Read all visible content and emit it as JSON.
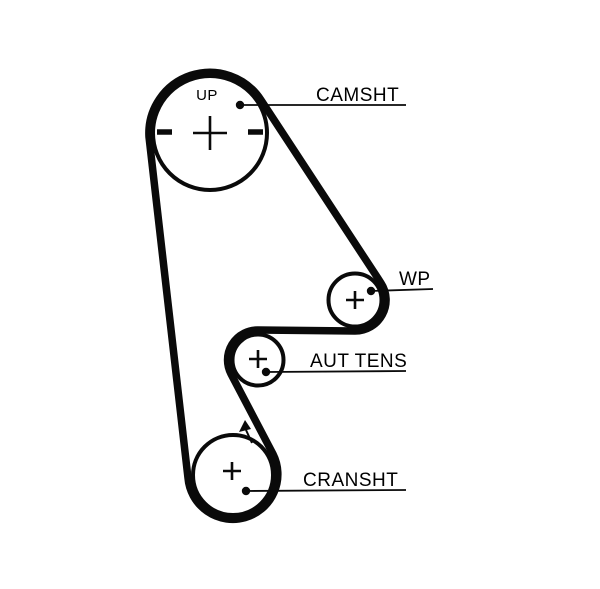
{
  "diagram": {
    "kind": "timing-belt-routing-diagram",
    "colors": {
      "line": "#0a0a0a",
      "background": "#ffffff"
    },
    "labels": {
      "up_mark": "UP",
      "camshaft": "CAMSHT",
      "water_pump": "WP",
      "tensioner": "AUT TENS",
      "crankshaft": "CRANSHT"
    }
  }
}
